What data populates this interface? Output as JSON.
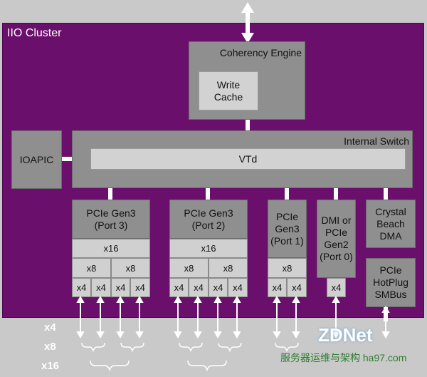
{
  "cluster": {
    "title": "IIO Cluster"
  },
  "coherency_engine": {
    "label": "Coherency Engine",
    "write_cache": "Write\nCache"
  },
  "internal_switch": {
    "label": "Internal Switch",
    "vtd": "VTd"
  },
  "ioapic": {
    "label": "IOAPIC"
  },
  "ports": [
    {
      "label": "PCIe Gen3\n(Port 3)",
      "x16": "x16",
      "x8": [
        "x8",
        "x8"
      ],
      "x4": [
        "x4",
        "x4",
        "x4",
        "x4"
      ]
    },
    {
      "label": "PCIe Gen3\n(Port 2)",
      "x16": "x16",
      "x8": [
        "x8",
        "x8"
      ],
      "x4": [
        "x4",
        "x4",
        "x4",
        "x4"
      ]
    },
    {
      "label": "PCIe\nGen3\n(Port 1)",
      "x8": "x8",
      "x4": [
        "x4",
        "x4"
      ]
    },
    {
      "label": "DMI or\nPCIe\nGen2\n(Port 0)",
      "x4": "x4"
    }
  ],
  "crystal_beach": {
    "label": "Crystal\nBeach\nDMA"
  },
  "hotplug": {
    "label": "PCIe\nHotPlug\nSMBus"
  },
  "lane_labels": [
    "x4",
    "x8",
    "x16"
  ],
  "watermark": {
    "logo": "ZDNet",
    "text": "服务器运维与架构 ha97.com"
  },
  "colors": {
    "cluster": "#6a0f6b",
    "box": "#8f8f8f",
    "cell": "#d0d0d0",
    "background": "#c9c9c9"
  }
}
